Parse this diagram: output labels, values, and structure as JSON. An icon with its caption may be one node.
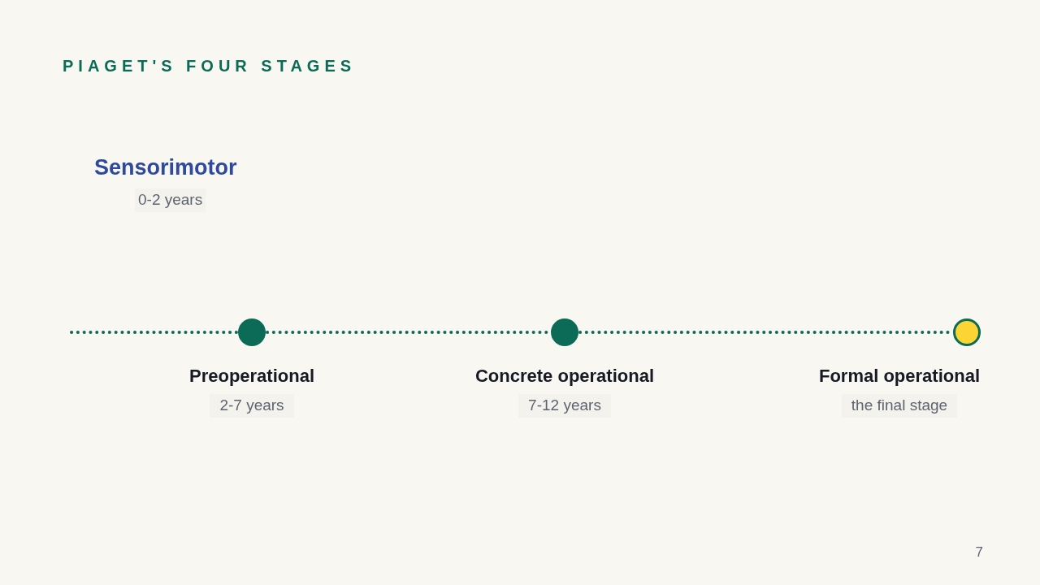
{
  "diagram": {
    "title": "PIAGET'S FOUR STAGES",
    "nodes": [
      {
        "text": [],
        "shape": "circle",
        "beside": [
          "Preoperational",
          "2-7 years"
        ]
      },
      {
        "text": [],
        "shape": "circle",
        "beside": [
          "Concrete operational",
          "7-12 years"
        ]
      },
      {
        "text": [],
        "shape": "circle",
        "beside": [
          "Formal operational",
          "the final stage"
        ]
      }
    ],
    "edges": [
      {
        "from": null,
        "to": 0,
        "arrow": "none",
        "style": "dashed"
      },
      {
        "from": 0,
        "to": 1,
        "arrow": "none",
        "style": "dashed"
      },
      {
        "from": 1,
        "to": 2,
        "arrow": "none",
        "style": "dashed"
      }
    ],
    "labels": [
      "Sensorimotor",
      "0-2 years",
      "7"
    ]
  }
}
